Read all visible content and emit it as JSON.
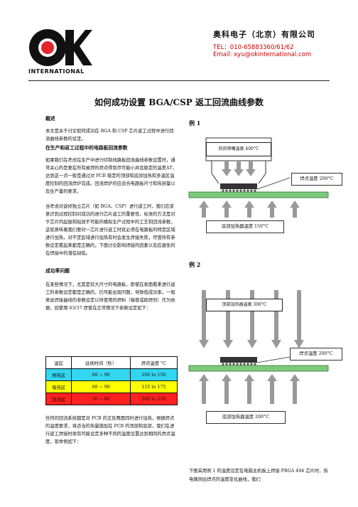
{
  "header": {
    "logo_intl": "INTERNATIONAL",
    "company": "奥科电子（北京）有限公司",
    "tel": "TEL：010-65883360/61/62",
    "email": "Email: xyu@okinternational.com"
  },
  "title": "如何成功设置 BGA/CSP 返工回流曲线参数",
  "left": {
    "overview_heading": "概述",
    "overview_text": "本文是关于讨论如何成功在 BGA 和 CSP 芯片返工过程中进行回流曲线参数的设定。",
    "production_heading": "在生产和返工过程中的电路板回流参数",
    "production_p1": "如果我们在考虑在生产中进行印制线路板回流曲线参数设置时，通常关心的是要在所有被焊的焊点得到尽可能小并且稳定的温差ΔT，达到这一点一般是通过对 PCB 稳定的顶部和底部加热和多温区温度控制的回流焊炉完成。回流焊炉的应适合电路板尺寸和热容量以及生产量的要求。",
    "production_p2": "当考虑对返修独立芯片（如 BGA、CSP）进行返工时，我们应该意识到过程控制对成功的进行芯片返工的重要性，标准的方法是对于芯片的起拔和贴放不可能的模拟生产过程中的工艺和回流参数，这就意味着我们要对一芯片进行返工时就必须在电路板的特定区域进行加热，对不定区域进行加热有时会发生焊接失败，尽管所有参数设定看起来都是正确的，下面讨论影响焊接的因素以及应避免的在焊接中的潜在缺陷。",
    "success_heading": "成功率问题",
    "success_p": "在某些情况下，尤其是较大尺寸的电路板，即使在表面看来进行返工的参数设定都是正确的，仍可能出现问题，导致低成功率。一般来说焊接曲线的参数设定以所使用的焊料（锡膏或助焊剂）作为依据，如使用 63/37 焊膏在正常情况下参数设定如下：",
    "closing_p": "任何的回流系统都是对 PCB 的正反两面同时进行加热，根据焊点的温度要求，将适当的热量施加在 PCB 的顶部和底部，我们在进行返工焊接时很有可能设定多种不同的温度设置达到相同的焊点温度，现举例如下："
  },
  "table": {
    "headers": [
      "温区",
      "驻续时间（秒）",
      "焊点温度 °C"
    ],
    "rows": [
      {
        "zone": "预热区",
        "time": "60 ~ 90",
        "temp": "100 to 150",
        "color": "#33d6f0"
      },
      {
        "zone": "吸热区",
        "time": "60 ~ 90",
        "temp": "155 to 175",
        "color": "#ffff00"
      },
      {
        "zone": "回流区",
        "time": "30 ~ 60",
        "temp": "200 to 220",
        "color": "#ff2020"
      }
    ]
  },
  "example1": {
    "label": "例 1",
    "top_label": "热风喷嘴温度 400°C",
    "joint_label": "焊点温度 200°C",
    "bottom_label": "底部加热器温度 150°C"
  },
  "example2": {
    "label": "例 2",
    "top_label": "顶部加热器温度 300°C",
    "joint_label": "焊点温度 200°C",
    "bottom_label": "底部加热器温度 200°C"
  },
  "caption": "下图采用例 1 的温度设定在电脑主机板上焊接 PBGA 494 芯片时，热电偶测出焊点的温度变化曲线，我们"
}
